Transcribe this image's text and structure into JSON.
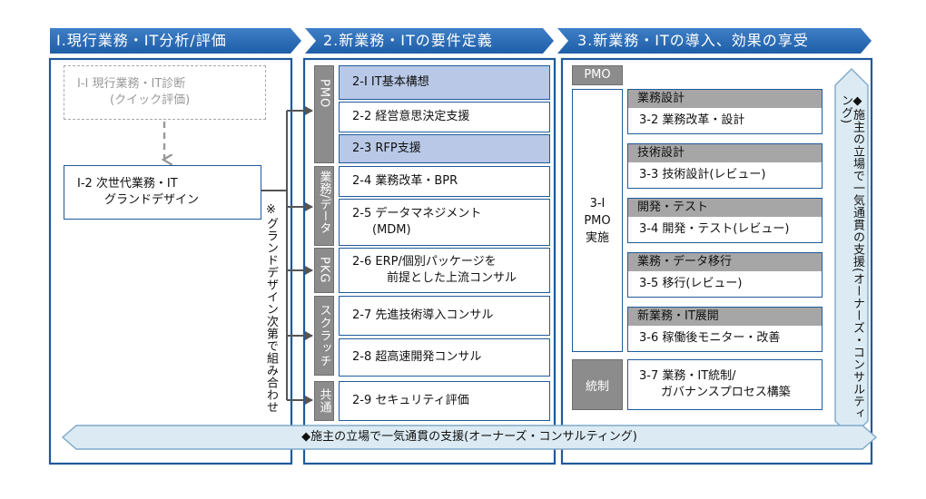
{
  "headers": {
    "col1": "Ⅰ.現行業務・IT分析/評価",
    "col2": "2.新業務・ITの要件定義",
    "col3": "3.新業務・ITの導入、効果の享受"
  },
  "col1": {
    "item1_1": [
      "Ⅰ-Ⅰ 現行業務・IT診断",
      "(クイック評価)"
    ],
    "item1_2": [
      "Ⅰ-2 次世代業務・IT",
      "グランドデザイン"
    ],
    "note": "※グランドデザイン次第で組み合わせ"
  },
  "col2": {
    "categories": [
      "PMO",
      "業務/データ",
      "PKG",
      "スクラッチ",
      "共通"
    ],
    "items": [
      [
        "2-Ⅰ IT基本構想"
      ],
      [
        "2-2 経営意思決定支援"
      ],
      [
        "2-3 RFP支援"
      ],
      [
        "2-4 業務改革・BPR"
      ],
      [
        "2-5 データマネジメント",
        "(MDM)"
      ],
      [
        "2-6 ERP/個別パッケージを",
        "前提とした上流コンサル"
      ],
      [
        "2-7 先進技術導入コンサル"
      ],
      [
        "2-8 超高速開発コンサル"
      ],
      [
        "2-9 セキュリティ評価"
      ]
    ]
  },
  "col3": {
    "pmo_label": "PMO",
    "pmo_impl": [
      "3-Ⅰ",
      "PMO",
      "実施"
    ],
    "control": "統制",
    "groups": [
      {
        "title": "業務設計",
        "item": "3-2 業務改革・設計"
      },
      {
        "title": "技術設計",
        "item": "3-3 技術設計(レビュー)"
      },
      {
        "title": "開発・テスト",
        "item": "3-4 開発・テスト(レビュー)"
      },
      {
        "title": "業務・データ移行",
        "item": "3-5 移行(レビュー)"
      },
      {
        "title": "新業務・IT展開",
        "item": "3-6 稼働後モニター・改善"
      }
    ],
    "item3_7": [
      "3-7 業務・IT統制/",
      "ガバナンスプロセス構築"
    ],
    "side_support": "◆施主の立場で一気通貫の支援(オーナーズ・コンサルティング)"
  },
  "bottom_support": "◆施主の立場で一気通貫の支援(オーナーズ・コンサルティング)"
}
